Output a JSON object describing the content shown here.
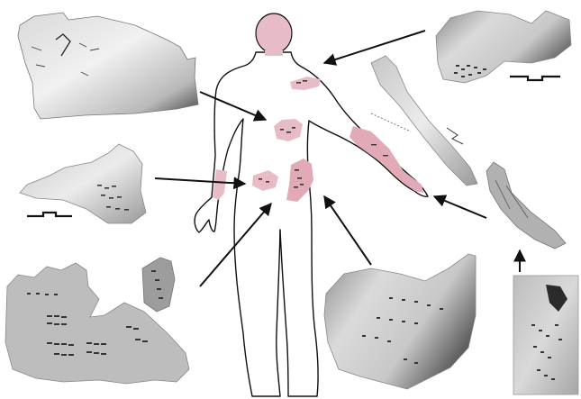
{
  "figure": {
    "panels": [
      {
        "id": "skull-fragment",
        "name": "skull-fragment-photo",
        "description_icon": "bone-fragment-icon"
      },
      {
        "id": "rib-fragments",
        "name": "rib-fragments-photo",
        "description_icon": "bone-fragment-icon"
      },
      {
        "id": "scapula-fragment",
        "name": "scapula-fragment-photo",
        "description_icon": "bone-fragment-icon"
      },
      {
        "id": "mandible-fragment",
        "name": "mandible-fragment-photo",
        "description_icon": "bone-fragment-icon"
      },
      {
        "id": "pelvis-fragment",
        "name": "pelvis-fragment-photo",
        "description_icon": "bone-fragment-icon"
      },
      {
        "id": "long-bone",
        "name": "long-bone-photo",
        "description_icon": "bone-fragment-icon"
      },
      {
        "id": "bone-splinter",
        "name": "bone-splinter-photo",
        "description_icon": "bone-fragment-icon"
      },
      {
        "id": "cut-marks-closeup",
        "name": "cut-marks-closeup-photo",
        "description_icon": "bone-fragment-icon"
      }
    ],
    "colors": {
      "highlight": "#e8bcc6",
      "highlight_strong": "#e2a9b6",
      "outline": "#111111",
      "bone_light": "#e9e9e9",
      "bone_dark": "#7d7d7d",
      "marks": "#3a3330"
    }
  }
}
